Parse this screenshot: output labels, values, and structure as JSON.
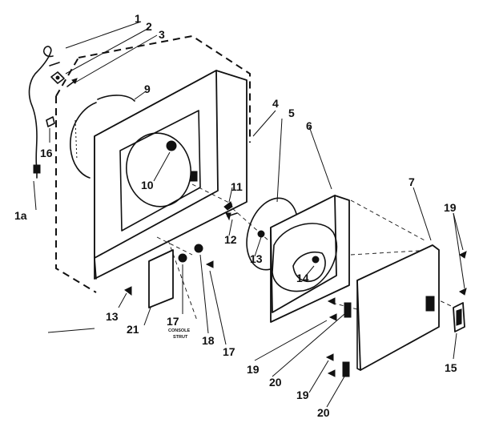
{
  "labels": {
    "c1": "1",
    "c2": "2",
    "c3": "3",
    "c1a": "1a",
    "c4": "4",
    "c5": "5",
    "c6": "6",
    "c7": "7",
    "c9": "9",
    "c10": "10",
    "c11": "11",
    "c12": "12",
    "c13a": "13",
    "c13b": "13",
    "c14": "14",
    "c15": "15",
    "c16": "16",
    "c17a": "17",
    "c17b": "17",
    "c18": "18",
    "c19a": "19",
    "c19b": "19",
    "c19c": "19",
    "c20a": "20",
    "c20b": "20",
    "c21": "21"
  },
  "note_line1": "CONSOLE",
  "note_line2": "STRUT"
}
